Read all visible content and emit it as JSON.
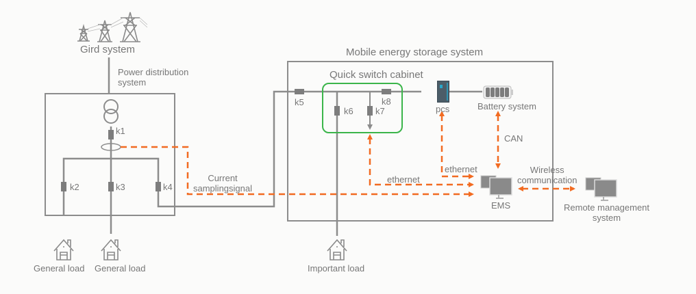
{
  "title": "Mobile energy storage system wiring diagram",
  "colors": {
    "wire": "#8c8c8c",
    "signal": "#f26b21",
    "cabinet": "#3bb54a",
    "text": "#777777"
  },
  "grid": {
    "label": "Gird system",
    "distribution_label": "Power distribution\nsystem"
  },
  "switches": {
    "k1": "k1",
    "k2": "k2",
    "k3": "k3",
    "k4": "k4",
    "k5": "k5",
    "k6": "k6",
    "k7": "k7",
    "k8": "k8"
  },
  "loads": {
    "general_1": "General load",
    "general_2": "General load",
    "important": "Important load"
  },
  "signal_label": "Current\nsamplingsignal",
  "mess": {
    "title": "Mobile energy storage system",
    "cabinet_label": "Quick switch cabinet",
    "pcs_label": "pcs",
    "battery_label": "Battery system",
    "can_label": "CAN",
    "ethernet_1": "ethernet",
    "ethernet_2": "ethernet",
    "ems_label": "EMS"
  },
  "wireless_label": "Wireless\ncommunication",
  "remote_label": "Remote management\nsystem"
}
